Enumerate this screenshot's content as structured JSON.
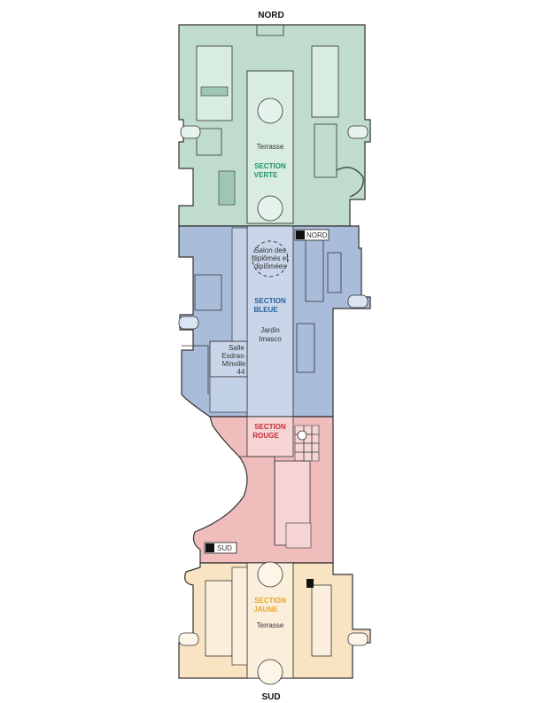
{
  "compass": {
    "north": "NORD",
    "south": "SUD"
  },
  "sections": {
    "verte": {
      "line1": "SECTION",
      "line2": "VERTE",
      "color": "#1f9468",
      "fill": "#bfdccc"
    },
    "bleue": {
      "line1": "SECTION",
      "line2": "BLEUE",
      "color": "#2a5f9c",
      "fill": "#a9bcd9"
    },
    "rouge": {
      "line1": "SECTION",
      "line2": "ROUGE",
      "color": "#c42a39",
      "fill": "#f0bcbc"
    },
    "jaune": {
      "line1": "SECTION",
      "line2": "JAUNE",
      "color": "#e3a52a",
      "fill": "#f8e3c3"
    }
  },
  "rooms": {
    "terrasse_nord": "Terrasse",
    "terrasse_sud": "Terrasse",
    "salon": [
      "Salon des",
      "diplômés et",
      "diplômées"
    ],
    "jardin": [
      "Jardin",
      "Imasco"
    ],
    "salle": [
      "Salle",
      "Esdras-",
      "Minville",
      "44"
    ]
  },
  "exits": {
    "nord": "NORD",
    "sud": "SUD"
  }
}
